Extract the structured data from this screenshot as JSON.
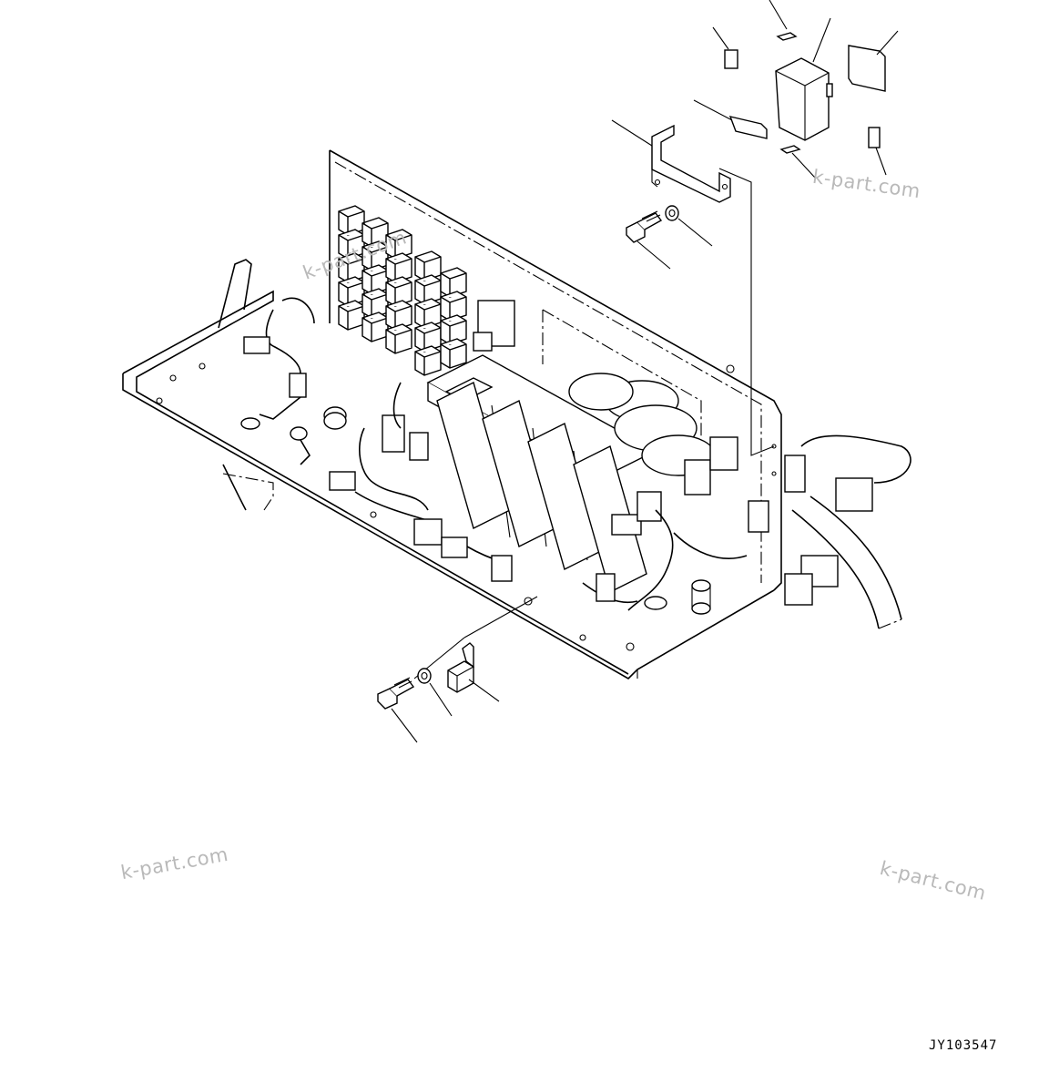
{
  "drawing": {
    "code": "JY103547"
  },
  "watermarks": [
    "k-part.com",
    "k-part.com",
    "k-part.com",
    "k-part.com"
  ],
  "colors": {
    "line": "#000000",
    "watermark": "#b9b9b9",
    "background": "#ffffff"
  }
}
